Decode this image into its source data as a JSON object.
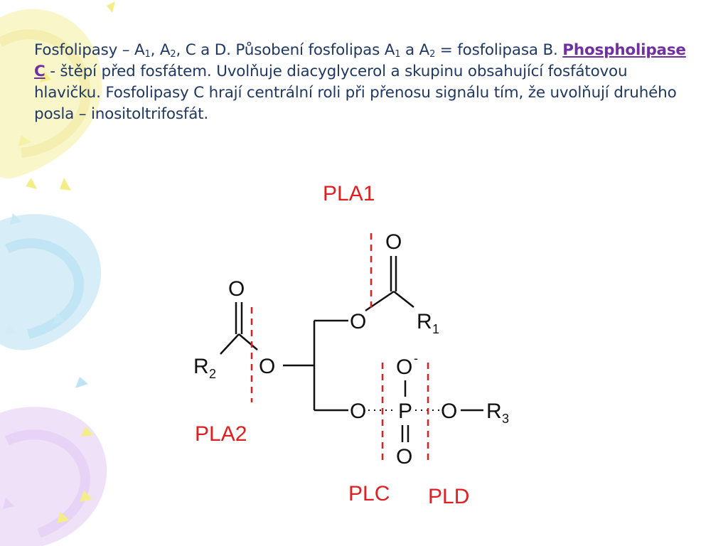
{
  "slide": {
    "text_intro": "Fosfolipasy – A",
    "a1_sub": "1",
    "text_after_a1": ", A",
    "a2_sub": "2",
    "text_c_and_d": ", C a D. Působení fosfolipas A",
    "a1_sub_2": "1",
    "text_a_a": " a A",
    "a2_sub_2": "2",
    "text_equals": " = fosfolipasa B. ",
    "link_text": "Phospholipase C",
    "text_rest": " - štěpí před fosfátem. Uvolňuje diacyglycerol a skupinu obsahující fosfátovou hlavičku. Fosfolipasy C hrají centrální roli při přenosu signálu tím, že uvolňují druhého posla – inositoltrifosfát."
  },
  "diagram": {
    "enzymes": {
      "pla1": "PLA1",
      "pla2": "PLA2",
      "plc": "PLC",
      "pld": "PLD"
    },
    "atoms": {
      "o_ester1_carbonyl": "O",
      "o_ester1_link": "O",
      "r1": "R",
      "r1_sub": "1",
      "o_ester2_carbonyl": "O",
      "o_ester2_link": "O",
      "r2": "R",
      "r2_sub": "2",
      "o_phos_link": "O",
      "p": "P",
      "o_minus": "O",
      "o_minus_charge": "-",
      "o_double": "O",
      "o_r3_link": "O",
      "r3": "R",
      "r3_sub": "3"
    }
  },
  "colors": {
    "body_text": "#1f3864",
    "link": "#7030a0",
    "enzyme_label": "#e02020",
    "cut_line": "#e02020",
    "decor_yellow": "#f5ef9a",
    "decor_blue": "#bfe6f5",
    "decor_purple": "#e9d4f5"
  }
}
